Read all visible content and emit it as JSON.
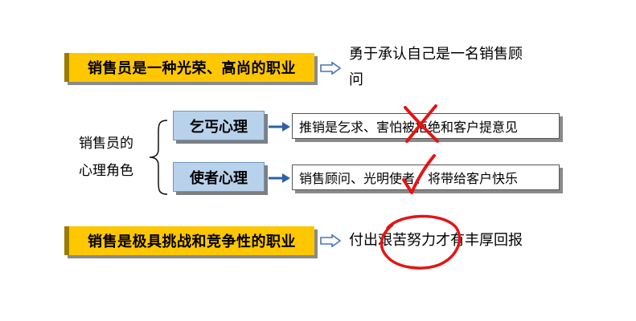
{
  "banner_top": "销售员是一种光荣、高尚的职业",
  "banner_top_result_line1": "勇于承认自己是一名销售顾",
  "banner_top_result_line2": "问",
  "side_label_line1": "销售员的",
  "side_label_line2": "心理角色",
  "beggar_label": "乞丐心理",
  "beggar_desc": "推销是乞求、害怕被拒绝和客户提意见",
  "envoy_label": "使者心理",
  "envoy_desc": "销售顾问、光明使者、将带给客户快乐",
  "banner_bottom": "销售是极具挑战和竞争性的职业",
  "banner_bottom_result": "付出艰苦努力才有丰厚回报",
  "colors": {
    "banner_yellow": "#fec700",
    "box_blue": "#b9d2ec",
    "arrow_blue": "#2f5fa8",
    "hollow_arrow": "#4a73b5",
    "mark_red": "#e41414"
  },
  "icons": [
    "hollow-right-arrow-icon",
    "blue-right-arrow-icon",
    "brace-icon",
    "red-x-icon",
    "red-check-icon",
    "red-circle-icon"
  ]
}
